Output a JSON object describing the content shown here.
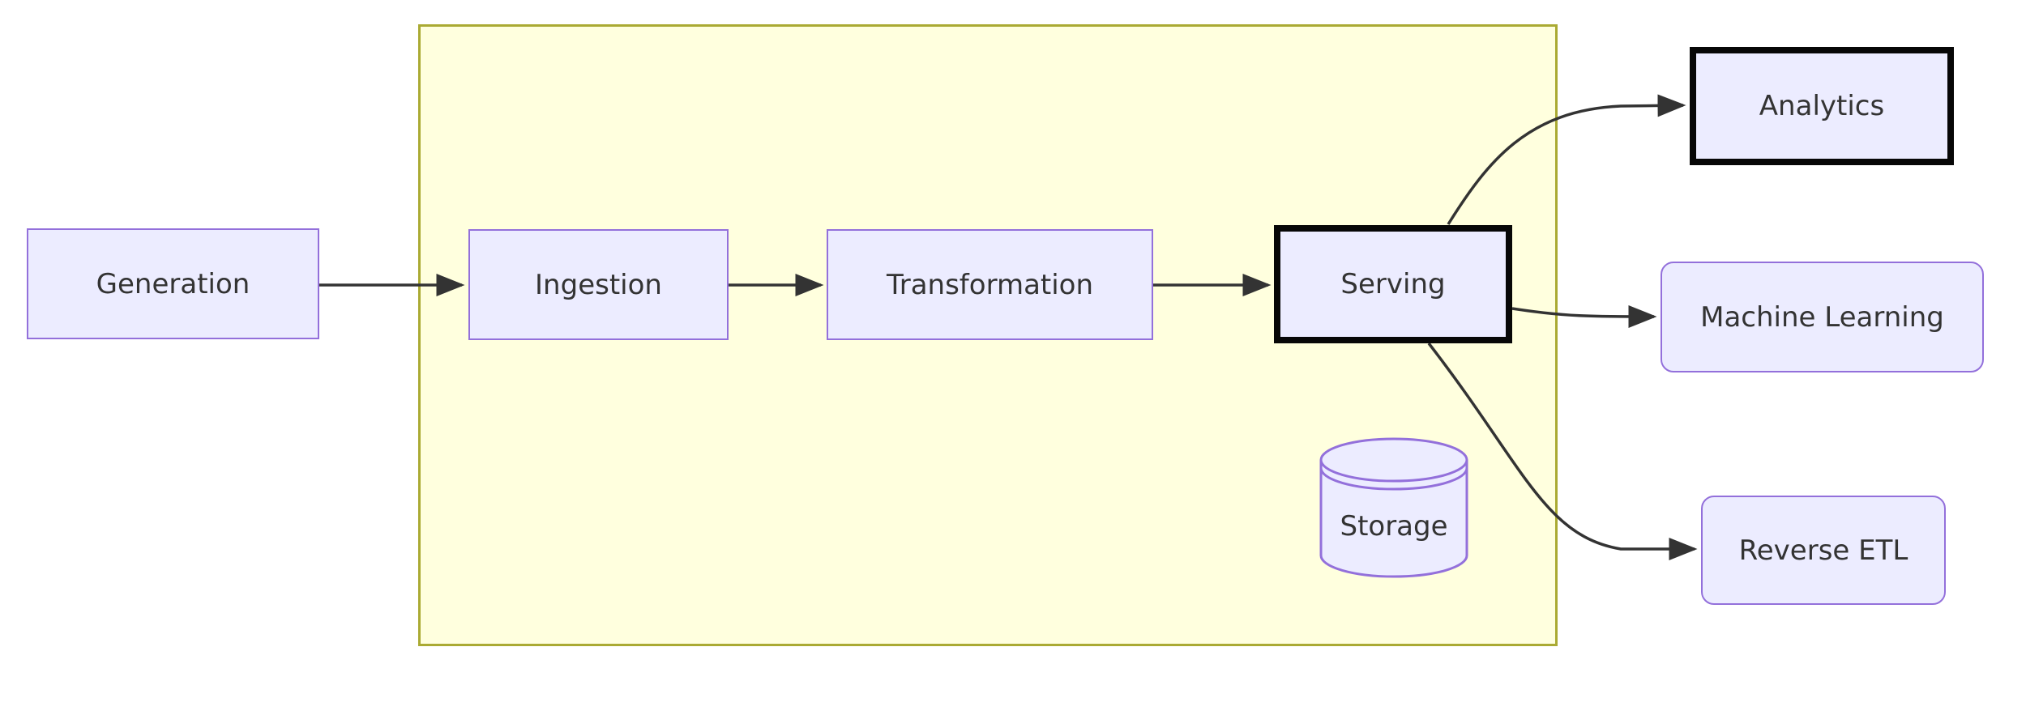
{
  "diagram": {
    "type": "flowchart",
    "direction": "left-to-right",
    "nodes": {
      "generation": {
        "label": "Generation",
        "shape": "rectangle"
      },
      "ingestion": {
        "label": "Ingestion",
        "shape": "rectangle"
      },
      "transformation": {
        "label": "Transformation",
        "shape": "rectangle"
      },
      "serving": {
        "label": "Serving",
        "shape": "rectangle-thick-border"
      },
      "storage": {
        "label": "Storage",
        "shape": "cylinder"
      },
      "analytics": {
        "label": "Analytics",
        "shape": "rectangle-thick-border"
      },
      "machine_learning": {
        "label": "Machine Learning",
        "shape": "rounded-rectangle"
      },
      "reverse_etl": {
        "label": "Reverse ETL",
        "shape": "rounded-rectangle"
      }
    },
    "subgraph": {
      "contains": [
        "ingestion",
        "transformation",
        "serving",
        "storage"
      ]
    },
    "edges": [
      {
        "from": "generation",
        "to": "ingestion"
      },
      {
        "from": "ingestion",
        "to": "transformation"
      },
      {
        "from": "transformation",
        "to": "serving"
      },
      {
        "from": "serving",
        "to": "analytics"
      },
      {
        "from": "serving",
        "to": "machine_learning"
      },
      {
        "from": "serving",
        "to": "reverse_etl"
      }
    ],
    "colors": {
      "node_fill": "#ECECFF",
      "node_border": "#9370DB",
      "subgraph_fill": "#FFFFDE",
      "subgraph_border": "#AAAA33",
      "edge": "#333333",
      "emphasis_border": "#070707",
      "text": "#333333"
    }
  }
}
